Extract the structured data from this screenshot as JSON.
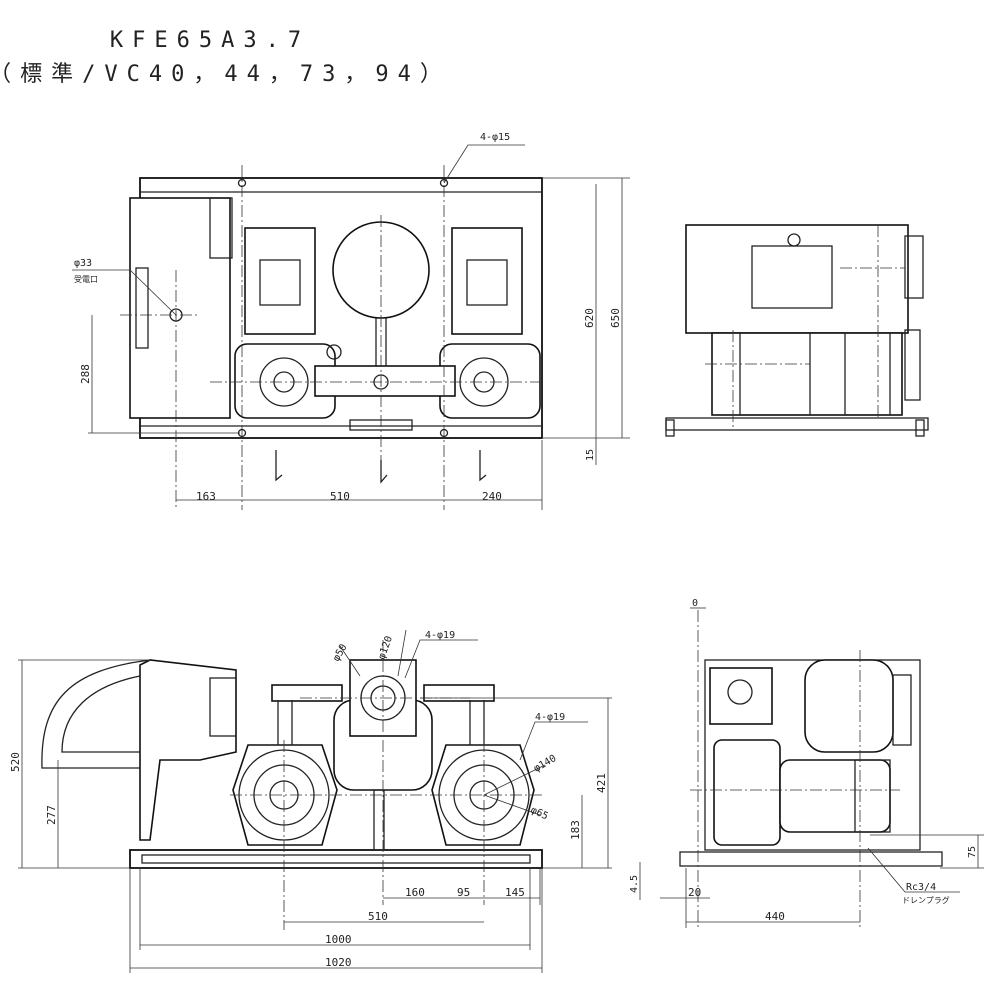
{
  "title": {
    "model": "KFE65A3.7",
    "variant": "（標準/VC40，44，73，94）"
  },
  "top_view": {
    "hole_callout": "4-φ15",
    "cable_callout": "φ33",
    "cable_sub": "受電口",
    "dims": {
      "width_label_1": "163",
      "width_label_2": "510",
      "width_label_3": "240",
      "height_620": "620",
      "height_650": "650",
      "height_288": "288",
      "offset_15": "15"
    }
  },
  "front_view": {
    "callout_phi50": "φ50",
    "callout_phi120": "φ120",
    "callout_holes_top": "4-φ19",
    "callout_holes_right": "4-φ19",
    "callout_phi140": "φ140",
    "callout_phi65": "φ65",
    "dims": {
      "h520": "520",
      "h277": "277",
      "h421": "421",
      "h183": "183",
      "w160": "160",
      "w95": "95",
      "w145": "145",
      "w510": "510",
      "w1000": "1000",
      "w1020": "1020"
    }
  },
  "side_view": {
    "zero": "0",
    "dims": {
      "h75": "75",
      "h4_5": "4.5",
      "w20": "20",
      "w440": "440"
    },
    "drain_label": "Rc3/4",
    "drain_sub": "ドレンプラグ"
  }
}
